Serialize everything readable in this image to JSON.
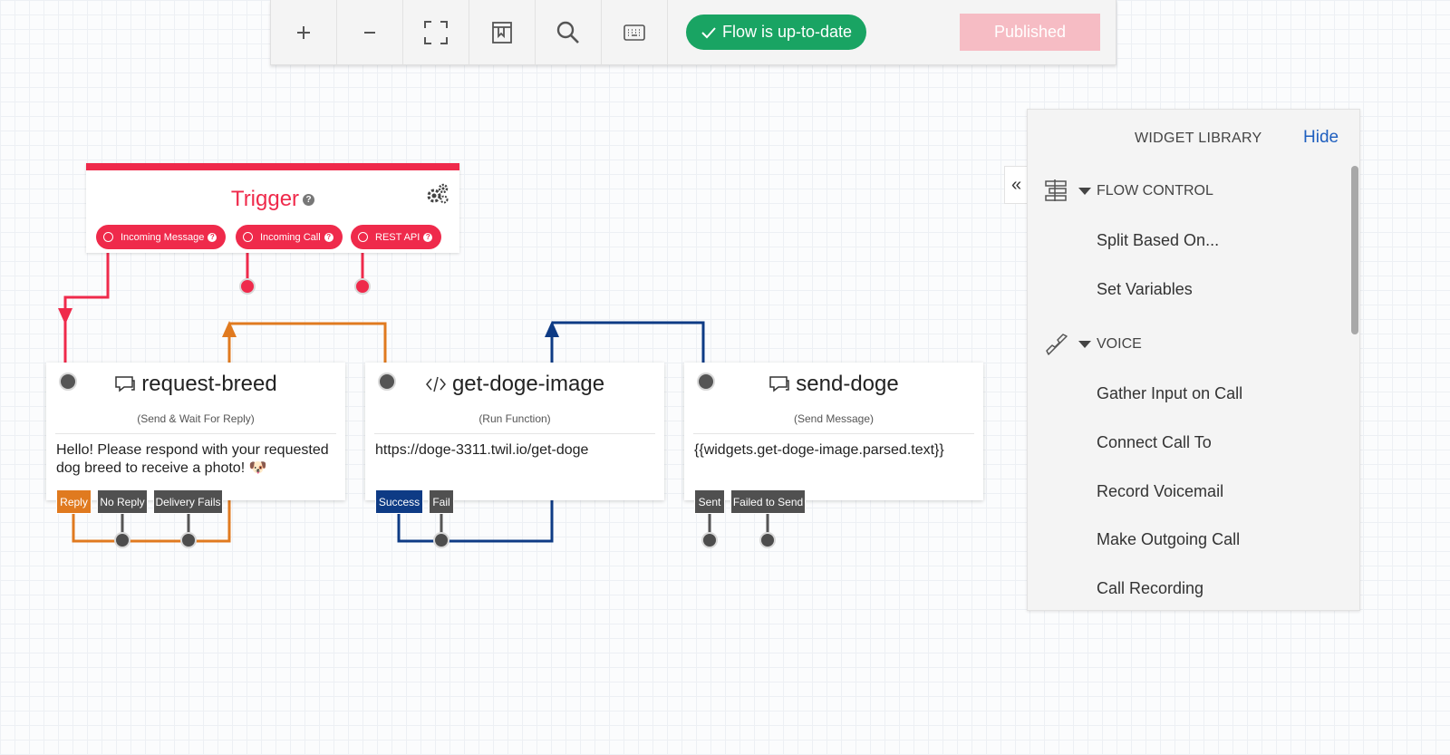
{
  "toolbar": {
    "buttons": [
      {
        "name": "zoom-in-button",
        "icon": "plus-icon"
      },
      {
        "name": "zoom-out-button",
        "icon": "minus-icon"
      },
      {
        "name": "fit-screen-button",
        "icon": "fullscreen-icon"
      },
      {
        "name": "notes-button",
        "icon": "bookmark-icon"
      },
      {
        "name": "search-button",
        "icon": "search-icon"
      },
      {
        "name": "keyboard-button",
        "icon": "keyboard-icon"
      }
    ],
    "status": "Flow is up-to-date",
    "publish": "Published"
  },
  "trigger": {
    "title": "Trigger",
    "help": "?",
    "pills": [
      "Incoming Message",
      "Incoming Call",
      "REST API"
    ]
  },
  "widgets": [
    {
      "title": "request-breed",
      "subtitle": "(Send & Wait For Reply)",
      "body": "Hello! Please respond with your requested dog breed to receive a photo! 🐶",
      "transitions": [
        "Reply",
        "No Reply",
        "Delivery Fails"
      ]
    },
    {
      "title": "get-doge-image",
      "subtitle": "(Run Function)",
      "body": "https://doge-3311.twil.io/get-doge",
      "transitions": [
        "Success",
        "Fail"
      ]
    },
    {
      "title": "send-doge",
      "subtitle": "(Send Message)",
      "body": "{{widgets.get-doge-image.parsed.text}}",
      "transitions": [
        "Sent",
        "Failed to Send"
      ]
    }
  ],
  "library": {
    "title": "WIDGET LIBRARY",
    "hide": "Hide",
    "collapse": "«",
    "categories": [
      {
        "name": "FLOW CONTROL",
        "icon": "flow-control-icon",
        "items": [
          "Split Based On...",
          "Set Variables"
        ]
      },
      {
        "name": "VOICE",
        "icon": "phone-icon",
        "items": [
          "Gather Input on Call",
          "Connect Call To",
          "Record Voicemail",
          "Make Outgoing Call",
          "Call Recording"
        ]
      }
    ]
  },
  "colors": {
    "trigger_red": "#ef2a4b",
    "status_green": "#19a463",
    "reply_orange": "#e07a1f",
    "success_blue": "#0e3b85",
    "link_blue": "#1f5fbf"
  }
}
